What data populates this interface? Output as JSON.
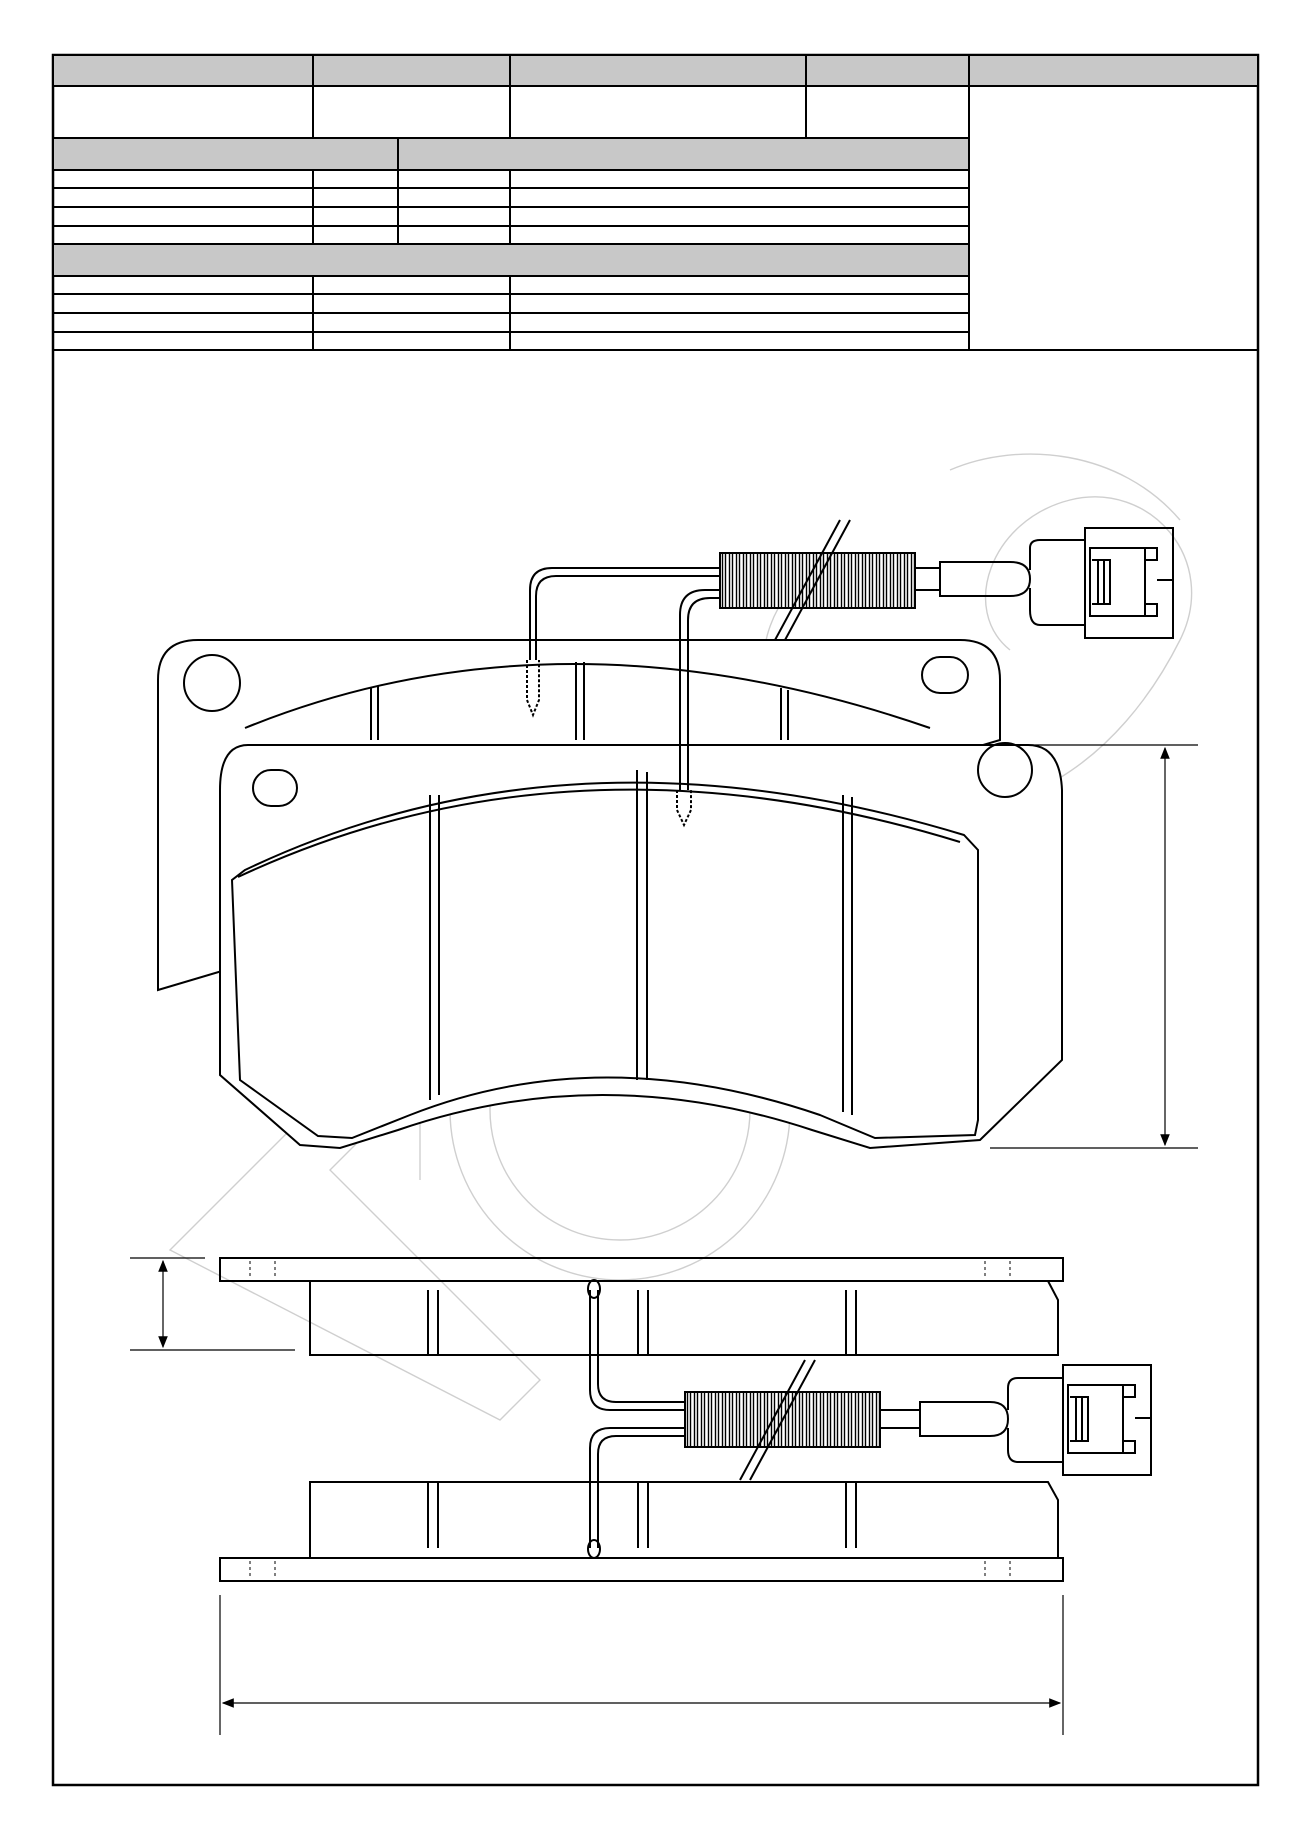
{
  "sheet": {
    "header_cells": [
      "",
      "",
      "",
      "",
      ""
    ],
    "spec_section_a_headers": [
      "",
      "",
      "",
      ""
    ],
    "spec_section_b_headers": [
      "",
      "",
      ""
    ],
    "note": ""
  },
  "colors": {
    "ink": "#000000",
    "header_fill": "#c8c8c8",
    "watermark": "#cfcfcf"
  },
  "drawing": {
    "views": [
      "front-view",
      "side-view"
    ],
    "dimensions": [
      "height-dimension",
      "thickness-dimension",
      "width-dimension"
    ],
    "features": [
      "wear-sensor-cable",
      "sensor-connector",
      "mounting-holes",
      "friction-slots"
    ]
  }
}
